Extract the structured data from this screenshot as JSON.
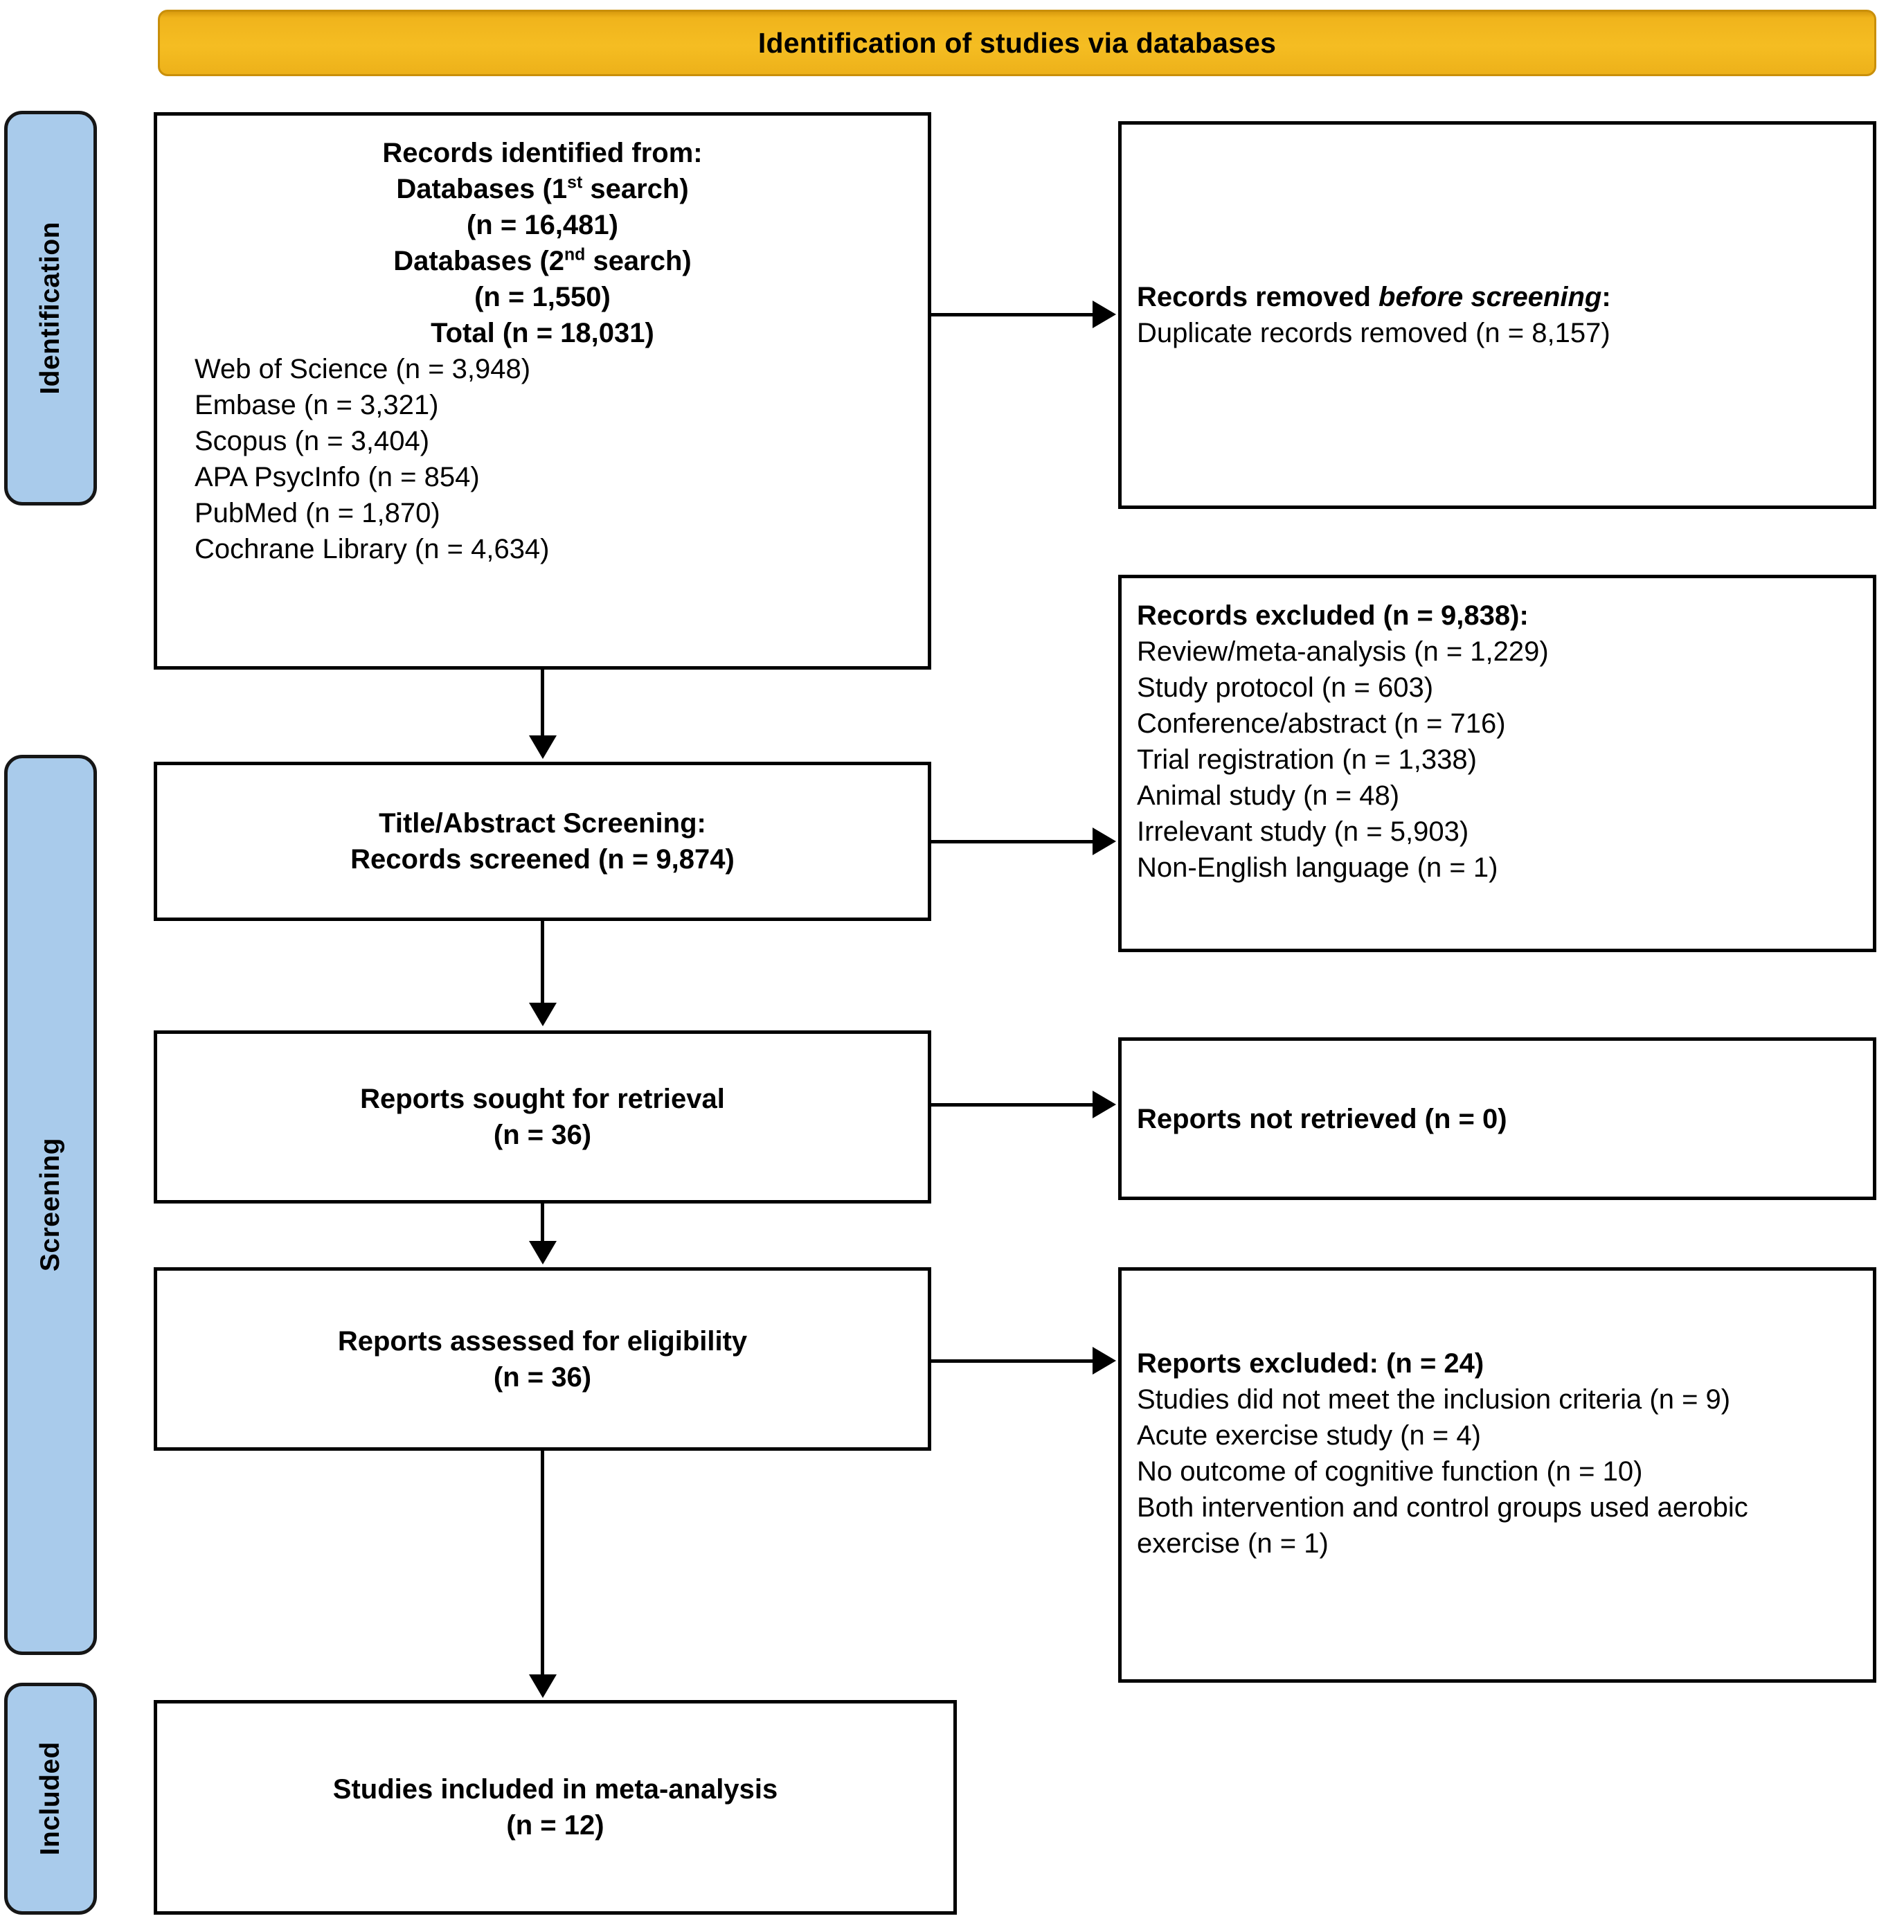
{
  "header": {
    "title": "Identification of studies via databases",
    "bg_color": "#f5bd22"
  },
  "stages": [
    {
      "id": "identification",
      "label": "Identification",
      "color": "#a9cbeb"
    },
    {
      "id": "screening",
      "label": "Screening",
      "color": "#a9cbeb"
    },
    {
      "id": "included",
      "label": "Included",
      "color": "#a9cbeb"
    }
  ],
  "boxes": {
    "records_identified": {
      "heading": "Records identified from:",
      "db_first_label": "Databases (1",
      "db_first_sup": "st",
      "db_first_tail": " search)",
      "db_first_n": "(n = 16,481)",
      "db_second_label": "Databases (2",
      "db_second_sup": "nd",
      "db_second_tail": " search)",
      "db_second_n": "(n = 1,550)",
      "total": "Total (n = 18,031)",
      "sources": [
        "Web of Science (n = 3,948)",
        "Embase (n = 3,321)",
        "Scopus (n = 3,404)",
        "APA PsycInfo (n = 854)",
        "PubMed (n = 1,870)",
        "Cochrane Library (n = 4,634)"
      ]
    },
    "records_removed": {
      "heading_lead": "Records removed ",
      "heading_italic": "before screening",
      "heading_tail": ":",
      "items": [
        "Duplicate records removed (n = 8,157)"
      ]
    },
    "records_screened": {
      "line1": "Title/Abstract Screening:",
      "line2": "Records screened (n = 9,874)"
    },
    "records_excluded": {
      "heading": "Records excluded (n = 9,838):",
      "items": [
        "Review/meta-analysis (n = 1,229)",
        "Study protocol (n = 603)",
        "Conference/abstract (n = 716)",
        "Trial registration (n = 1,338)",
        "Animal study (n = 48)",
        "Irrelevant study (n = 5,903)",
        "Non-English language (n = 1)"
      ]
    },
    "reports_sought": {
      "line1": "Reports sought for retrieval",
      "line2": "(n = 36)"
    },
    "reports_not_retrieved": {
      "heading": "Reports not retrieved (n = 0)"
    },
    "reports_assessed": {
      "line1": "Reports assessed for eligibility",
      "line2": "(n = 36)"
    },
    "reports_excluded": {
      "heading": "Reports excluded: (n = 24)",
      "items": [
        "Studies did not meet the inclusion criteria (n = 9)",
        "Acute exercise study (n = 4)",
        "No outcome of cognitive function (n = 10)",
        "Both intervention and control groups used aerobic exercise (n = 1)"
      ]
    },
    "studies_included": {
      "line1": "Studies included in meta-analysis",
      "line2": "(n = 12)"
    }
  }
}
